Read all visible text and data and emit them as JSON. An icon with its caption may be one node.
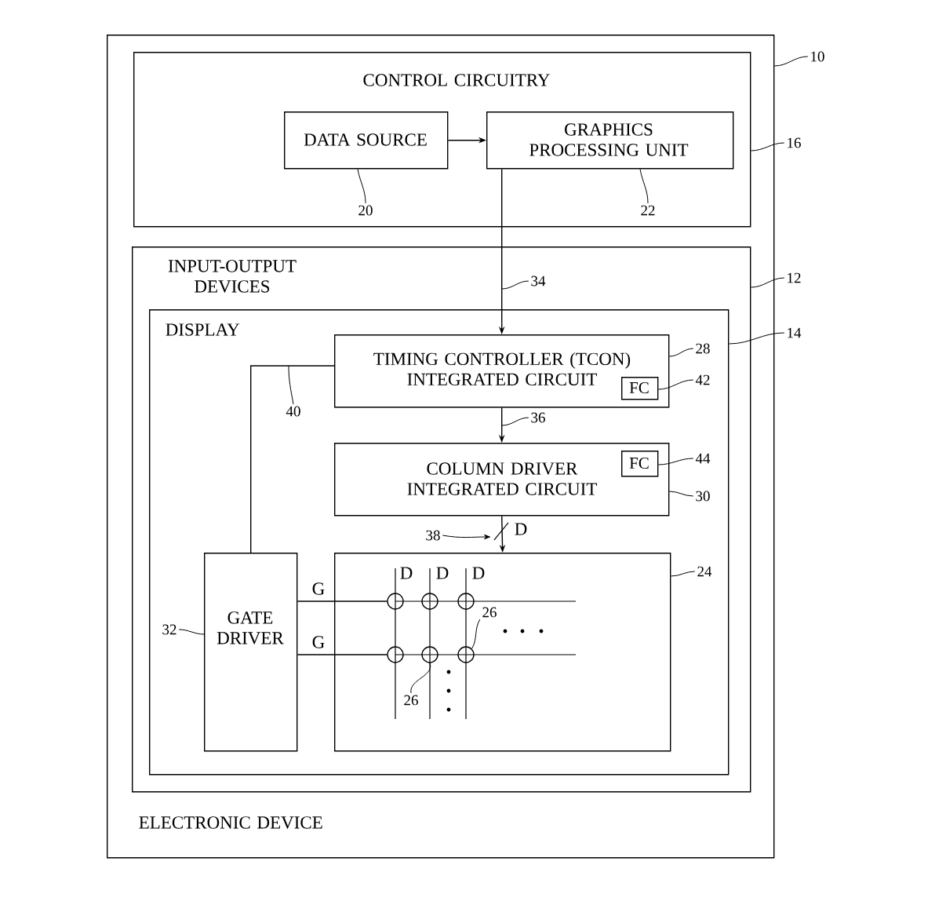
{
  "diagram": {
    "nodes": [
      {
        "text": [
          "ELECTRONIC DEVICE"
        ]
      },
      {
        "text": [
          "CONTROL CIRCUITRY"
        ],
        "in": 0
      },
      {
        "text": [
          "DATA SOURCE"
        ],
        "in": 1
      },
      {
        "text": [
          "GRAPHICS PROCESSING UNIT"
        ],
        "in": 1
      },
      {
        "text": [
          "INPUT-OUTPUT DEVICES"
        ],
        "in": 0
      },
      {
        "text": [
          "DISPLAY"
        ],
        "in": 4
      },
      {
        "text": [
          "TIMING CONTROLLER (TCON) INTEGRATED CIRCUIT"
        ],
        "in": 5
      },
      {
        "text": [
          "FC"
        ],
        "in": 6
      },
      {
        "text": [
          "COLUMN DRIVER INTEGRATED CIRCUIT"
        ],
        "in": 5
      },
      {
        "text": [
          "FC"
        ],
        "in": 8
      },
      {
        "text": [
          "GATE DRIVER"
        ],
        "in": 5
      },
      {
        "text": [],
        "shape": "box",
        "in": 5
      },
      {
        "text": [],
        "shape": "circle",
        "in": 11
      },
      {
        "text": [],
        "shape": "circle",
        "in": 11
      },
      {
        "text": [],
        "shape": "circle",
        "in": 11
      },
      {
        "text": [],
        "shape": "circle",
        "in": 11
      },
      {
        "text": [],
        "shape": "circle",
        "in": 11
      },
      {
        "text": [],
        "shape": "circle",
        "in": 11
      },
      {
        "text": [
          "10"
        ]
      },
      {
        "text": [
          "16"
        ]
      },
      {
        "text": [
          "20"
        ],
        "in": 1
      },
      {
        "text": [
          "22"
        ],
        "in": 1
      },
      {
        "text": [
          "12"
        ]
      },
      {
        "text": [
          "14"
        ]
      },
      {
        "text": [
          "28"
        ],
        "in": 5
      },
      {
        "text": [
          "42"
        ],
        "in": 5
      },
      {
        "text": [
          "44"
        ],
        "in": 5
      },
      {
        "text": [
          "30"
        ],
        "in": 5
      },
      {
        "text": [
          "32"
        ],
        "in": 5
      },
      {
        "text": [
          "24"
        ],
        "in": 5
      },
      {
        "text": [
          "26"
        ],
        "in": 11
      },
      {
        "text": [
          "26"
        ],
        "in": 11
      },
      {
        "text": [
          "34"
        ],
        "in": 4
      },
      {
        "text": [
          "36"
        ],
        "in": 5
      },
      {
        "text": [
          "38"
        ],
        "in": 5
      },
      {
        "text": [
          "40"
        ],
        "in": 5
      }
    ],
    "edges": [
      {
        "from": 2,
        "to": 3,
        "arrow": "to"
      },
      {
        "from": 3,
        "to": 6,
        "arrow": "to"
      },
      {
        "from": 6,
        "to": 8,
        "arrow": "to"
      },
      {
        "from": 8,
        "to": 11,
        "arrow": "to",
        "label": "D"
      },
      {
        "from": 6,
        "to": 10,
        "arrow": "none"
      },
      {
        "from": 10,
        "to": 12,
        "arrow": "none",
        "label": "G"
      },
      {
        "from": 10,
        "to": 15,
        "arrow": "none",
        "label": "G"
      },
      {
        "from": 18,
        "to": 0,
        "arrow": "none"
      },
      {
        "from": 19,
        "to": 1,
        "arrow": "none"
      },
      {
        "from": 20,
        "to": 2,
        "arrow": "none"
      },
      {
        "from": 21,
        "to": 3,
        "arrow": "none"
      },
      {
        "from": 22,
        "to": 4,
        "arrow": "none"
      },
      {
        "from": 23,
        "to": 5,
        "arrow": "none"
      },
      {
        "from": 24,
        "to": 6,
        "arrow": "none"
      },
      {
        "from": 25,
        "to": 7,
        "arrow": "none"
      },
      {
        "from": 26,
        "to": 9,
        "arrow": "none"
      },
      {
        "from": 27,
        "to": 8,
        "arrow": "none"
      },
      {
        "from": 28,
        "to": 10,
        "arrow": "none"
      },
      {
        "from": 29,
        "to": 11,
        "arrow": "none"
      },
      {
        "from": 30,
        "to": 17,
        "arrow": "none"
      },
      {
        "from": 31,
        "to": 16,
        "arrow": "none"
      },
      {
        "from": 32,
        "to": null,
        "arrow": "none"
      },
      {
        "from": 33,
        "to": null,
        "arrow": "none"
      },
      {
        "from": 34,
        "to": 11,
        "arrow": "to"
      },
      {
        "from": 35,
        "to": null,
        "arrow": "none"
      }
    ],
    "labels": [
      "D",
      "D",
      "D"
    ]
  }
}
